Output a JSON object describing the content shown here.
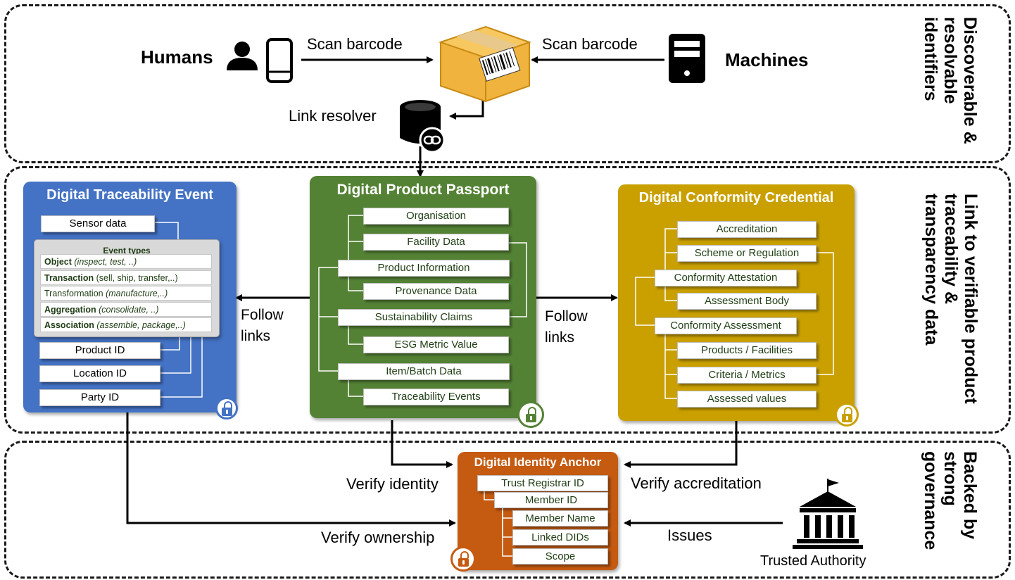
{
  "sections": {
    "discoverable": "Discoverable & resolvable identifiers",
    "link": "Link to verifiable product traceability & transparency data",
    "governance": "Backed by strong governance"
  },
  "top": {
    "humans": "Humans",
    "machines": "Machines",
    "scan_left": "Scan barcode",
    "scan_right": "Scan barcode",
    "link_resolver": "Link resolver"
  },
  "dte": {
    "title": "Digital Traceability Event",
    "sensor": "Sensor data",
    "event_types": "Event types",
    "events": [
      {
        "bold": "Object",
        "rest": " (inspect, test, ..)",
        "italic": true
      },
      {
        "bold": "Transaction",
        "rest": " (sell, ship, transfer,..)",
        "italic": false
      },
      {
        "bold": "",
        "plain": "Transformation",
        "rest": " (manufacture,..)",
        "italic": true
      },
      {
        "bold": "Aggregation",
        "rest": " (consolidate, ..)",
        "italic": true
      },
      {
        "bold": "Association",
        "rest": " (assemble, package,..)",
        "italic": true
      }
    ],
    "product_id": "Product ID",
    "location_id": "Location ID",
    "party_id": "Party ID"
  },
  "dpp": {
    "title": "Digital Product Passport",
    "items": [
      "Organisation",
      "Facility Data",
      "Product Information",
      "Provenance Data",
      "Sustainability Claims",
      "ESG Metric Value",
      "Item/Batch Data",
      "Traceability Events"
    ]
  },
  "dcc": {
    "title": "Digital Conformity Credential",
    "items": [
      "Accreditation",
      "Scheme or Regulation",
      "Conformity Attestation",
      "Assessment Body",
      "Conformity Assessment",
      "Products / Facilities",
      "Criteria / Metrics",
      "Assessed values"
    ]
  },
  "dia": {
    "title": "Digital Identity Anchor",
    "items": [
      "Trust Registrar ID",
      "Member ID",
      "Member Name",
      "Linked DIDs",
      "Scope"
    ]
  },
  "arrows": {
    "follow_left_1": "Follow",
    "follow_left_2": "links",
    "follow_right_1": "Follow",
    "follow_right_2": "links",
    "verify_identity": "Verify identity",
    "verify_ownership": "Verify ownership",
    "verify_accreditation": "Verify accreditation",
    "issues": "Issues"
  },
  "authority": "Trusted Authority",
  "colors": {
    "dte": "#4472c4",
    "dpp": "#548235",
    "dcc": "#c9a000",
    "dia": "#c55a11"
  }
}
